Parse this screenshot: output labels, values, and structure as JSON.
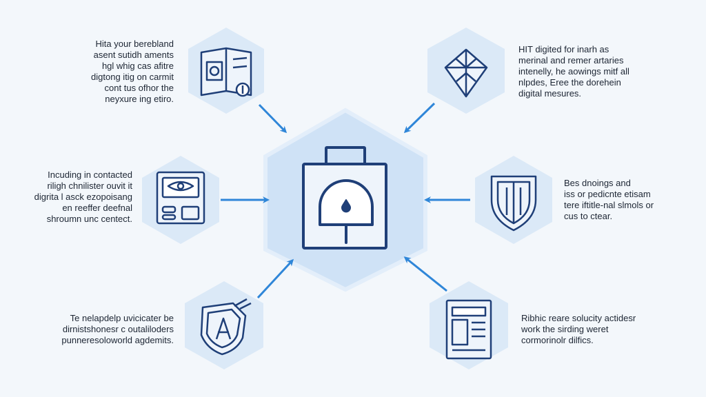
{
  "colors": {
    "background": "#f3f7fb",
    "hex_fill_light": "#dbe9f7",
    "hex_fill_center": "#cfe2f6",
    "icon_stroke": "#1f3f78",
    "arrow": "#2f86d8",
    "text": "#1c2533"
  },
  "center": {
    "icon": "lock-icon"
  },
  "nodes": [
    {
      "id": "top-left",
      "icon": "open-book-icon",
      "caption": [
        "Hita your berebland",
        "asent sutidh aments",
        "hgl whig cas afitre",
        "digtong itig on carmit",
        "cont tus ofhor the",
        "neyxure ing etiro."
      ]
    },
    {
      "id": "top-right",
      "icon": "diamond-icon",
      "caption": [
        "HIT digited for inarh as",
        "merinal and remer artaries",
        "intenelly, he aowings mitf all",
        "nlpdes, Eree the dorehein",
        "digital mesures."
      ]
    },
    {
      "id": "middle-left",
      "icon": "document-panel-icon",
      "caption": [
        "Incuding in contacted",
        "riligh chnilister ouvit it",
        "digrita l asck ezopoisang",
        "en reeffer deefnal",
        "shroumn unc centect."
      ]
    },
    {
      "id": "middle-right",
      "icon": "shield-icon",
      "caption": [
        "Bes dnoings and",
        "iss or pedicnte etisam",
        "tere iftitle-nal slmols or",
        "cus to ctear."
      ]
    },
    {
      "id": "bottom-left",
      "icon": "shield-badge-icon",
      "caption": [
        "Te nelapdelp uvicicater be",
        "dirnistshonesr c outaliloders",
        "punneresoloworld agdemits."
      ]
    },
    {
      "id": "bottom-right",
      "icon": "report-icon",
      "caption": [
        "Ribhic reare solucity actidesr",
        "work the sirding weret",
        "cormorinolr dilfics."
      ]
    }
  ]
}
